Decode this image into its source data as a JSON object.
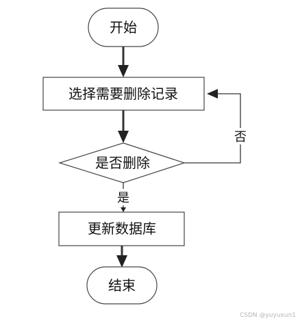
{
  "nodes": {
    "start": "开始",
    "select": "选择需要删除记录",
    "decision": "是否删除",
    "update": "更新数据库",
    "end": "结束"
  },
  "edges": {
    "yes_label": "是",
    "no_label": "否"
  },
  "watermark": "CSDN @yuyuxun1"
}
